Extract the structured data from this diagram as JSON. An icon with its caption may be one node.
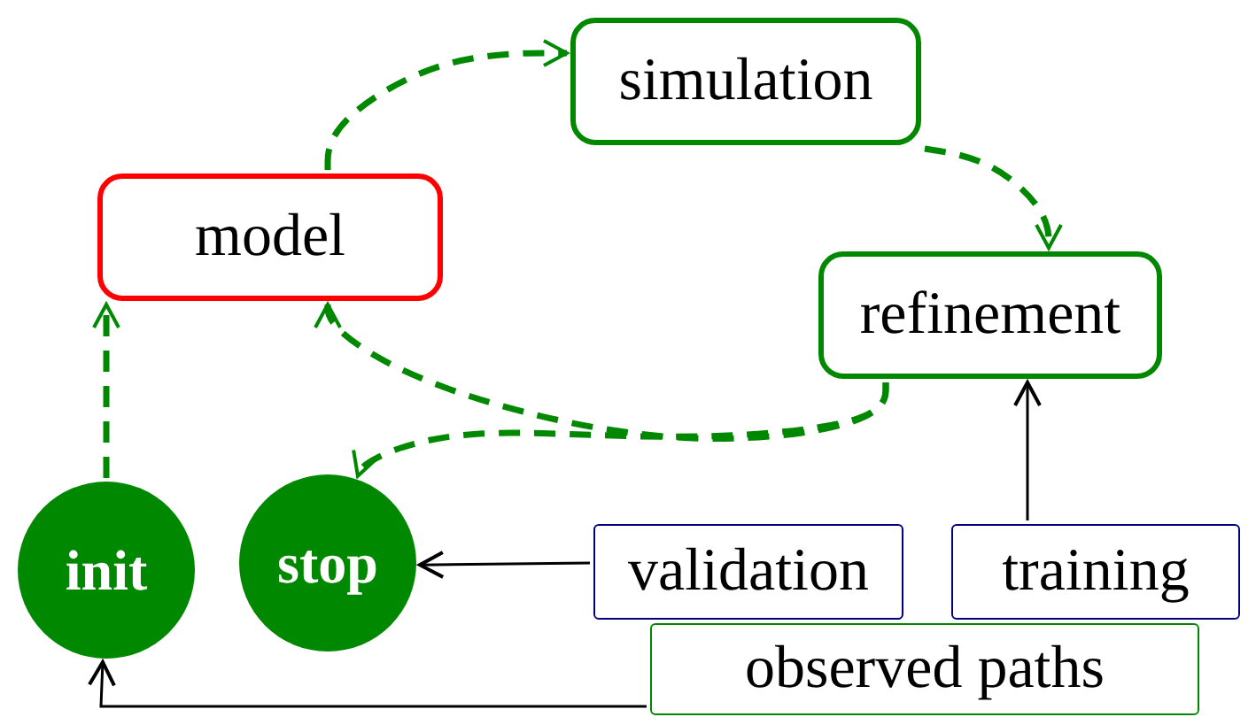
{
  "diagram": {
    "nodes": [
      {
        "text": [
          "model"
        ]
      },
      {
        "text": [
          "simulation"
        ]
      },
      {
        "text": [
          "refinement"
        ]
      },
      {
        "text": [
          "init"
        ]
      },
      {
        "text": [
          "stop"
        ]
      },
      {
        "text": [
          "validation"
        ]
      },
      {
        "text": [
          "training"
        ]
      },
      {
        "text": [
          "observed paths"
        ]
      }
    ],
    "edges": [
      {
        "from": 0,
        "to": 1,
        "arrow": "to",
        "style": "dashed"
      },
      {
        "from": 1,
        "to": 2,
        "arrow": "to",
        "style": "dashed"
      },
      {
        "from": 2,
        "to": 0,
        "arrow": "to",
        "style": "dashed"
      },
      {
        "from": 2,
        "to": 4,
        "arrow": "to",
        "style": "dashed"
      },
      {
        "from": 3,
        "to": 0,
        "arrow": "to",
        "style": "dashed"
      },
      {
        "from": 5,
        "to": 4,
        "arrow": "to",
        "color": "#000000"
      },
      {
        "from": 6,
        "to": 2,
        "arrow": "to",
        "color": "#000000"
      },
      {
        "from": 7,
        "to": 3,
        "arrow": "to",
        "color": "#000000"
      }
    ]
  }
}
